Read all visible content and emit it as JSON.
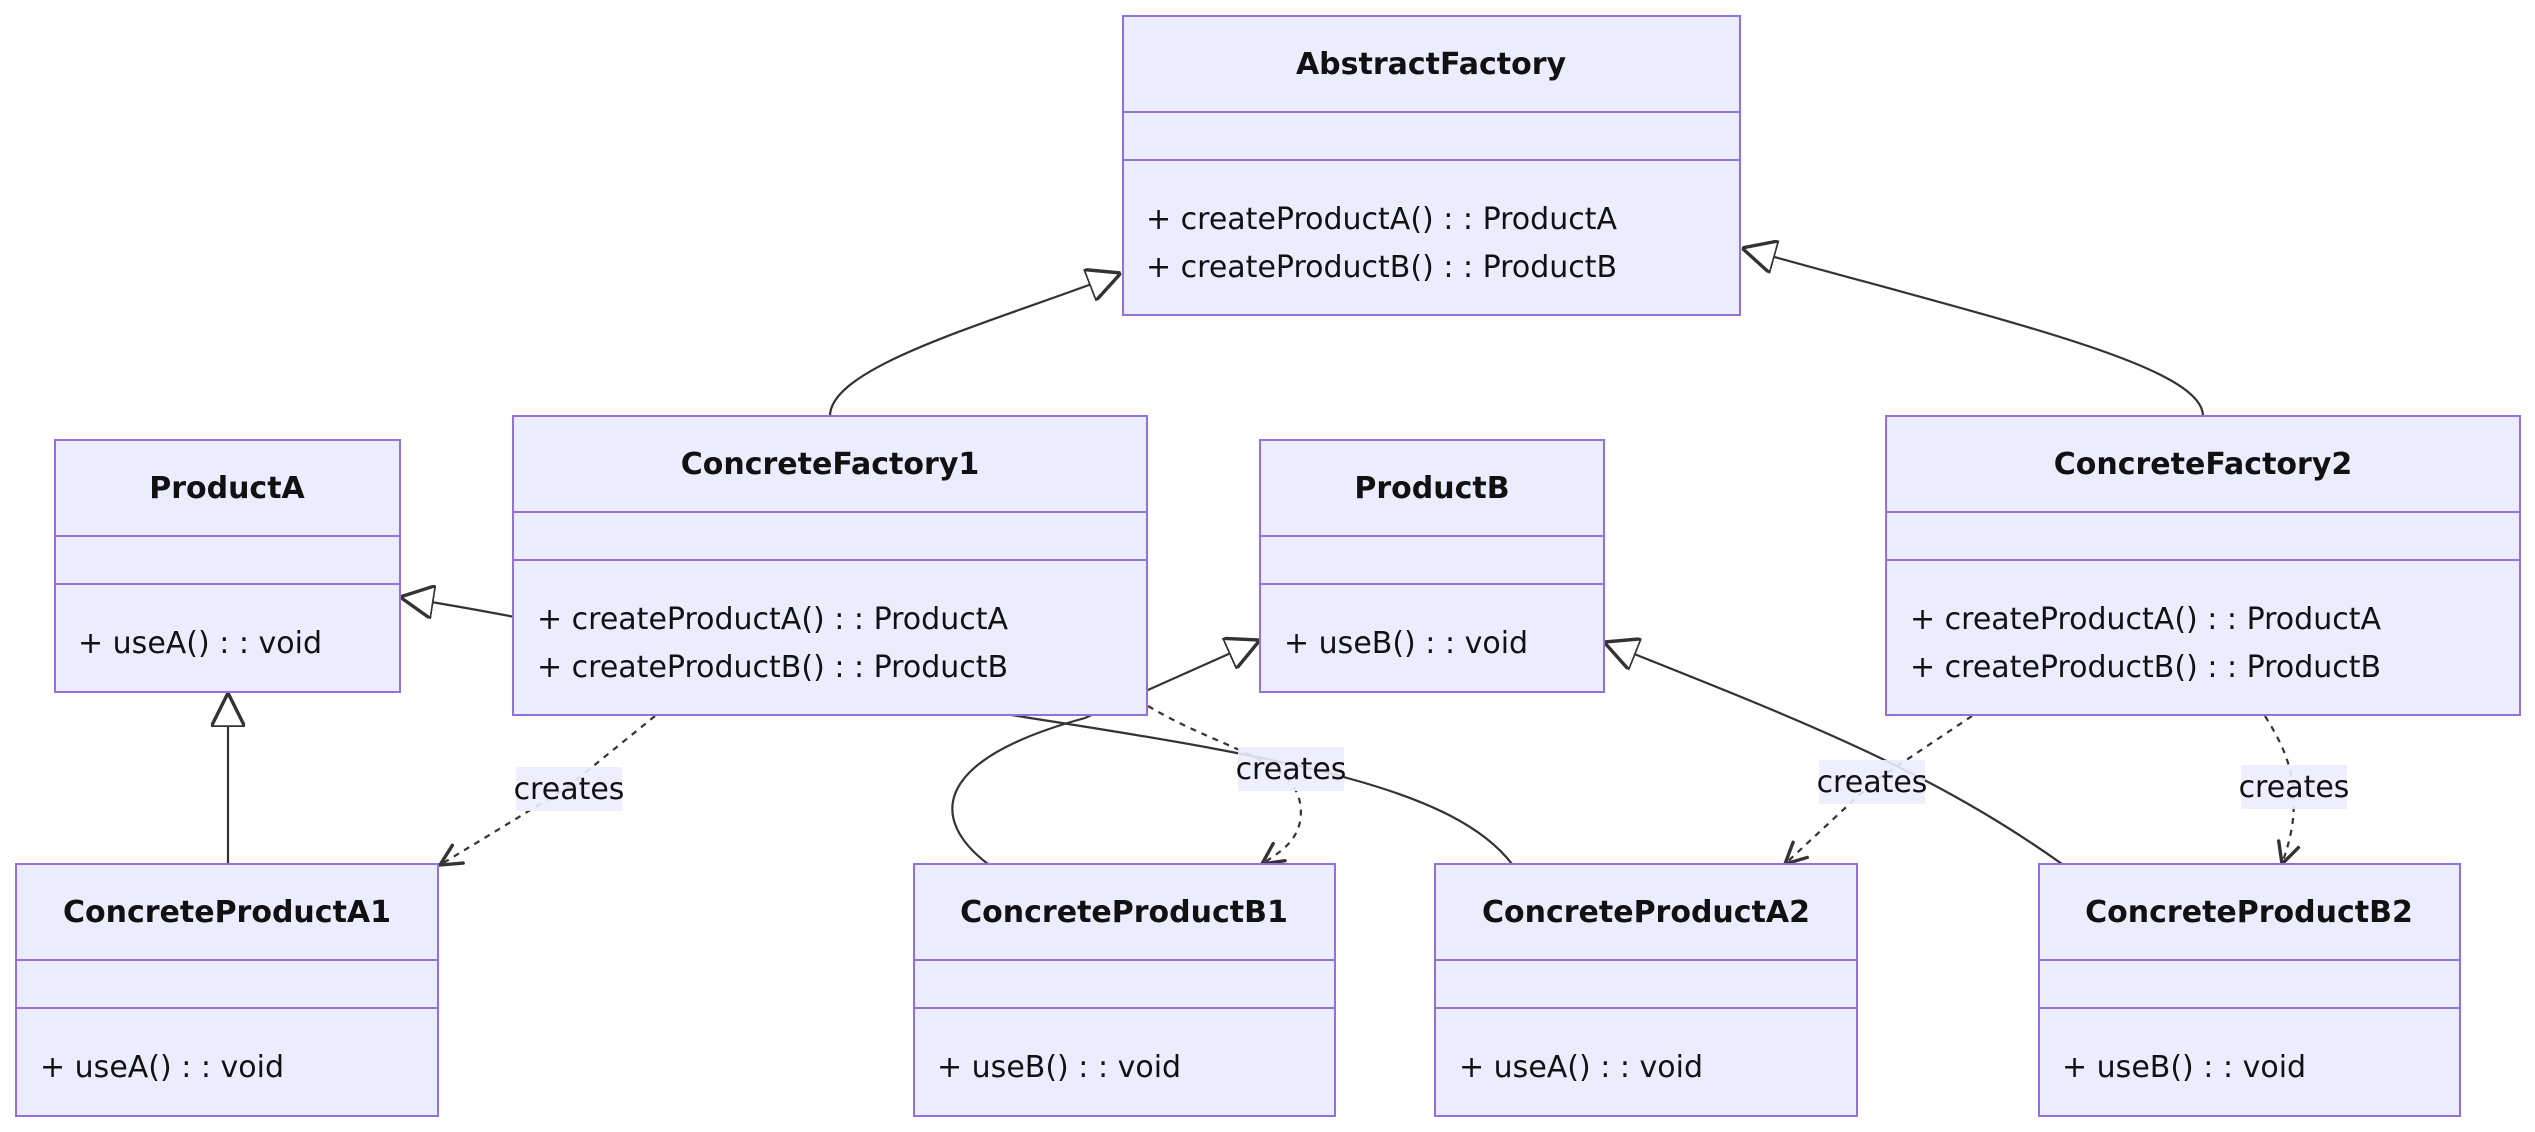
{
  "classes": [
    {
      "name": "AbstractFactory",
      "methods": [
        "+ createProductA() : : ProductA",
        "+ createProductB() : : ProductB"
      ]
    },
    {
      "name": "ProductA",
      "methods": [
        "+ useA() : : void"
      ]
    },
    {
      "name": "ConcreteFactory1",
      "methods": [
        "+ createProductA() : : ProductA",
        "+ createProductB() : : ProductB"
      ]
    },
    {
      "name": "ProductB",
      "methods": [
        "+ useB() : : void"
      ]
    },
    {
      "name": "ConcreteFactory2",
      "methods": [
        "+ createProductA() : : ProductA",
        "+ createProductB() : : ProductB"
      ]
    },
    {
      "name": "ConcreteProductA1",
      "methods": [
        "+ useA() : : void"
      ]
    },
    {
      "name": "ConcreteProductB1",
      "methods": [
        "+ useB() : : void"
      ]
    },
    {
      "name": "ConcreteProductA2",
      "methods": [
        "+ useA() : : void"
      ]
    },
    {
      "name": "ConcreteProductB2",
      "methods": [
        "+ useB() : : void"
      ]
    }
  ],
  "relations": [
    {
      "from": "ConcreteFactory1",
      "to": "AbstractFactory",
      "type": "inheritance"
    },
    {
      "from": "ConcreteFactory2",
      "to": "AbstractFactory",
      "type": "inheritance"
    },
    {
      "from": "ConcreteProductA1",
      "to": "ProductA",
      "type": "inheritance"
    },
    {
      "from": "ConcreteProductA2",
      "to": "ProductA",
      "type": "inheritance"
    },
    {
      "from": "ConcreteProductB1",
      "to": "ProductB",
      "type": "inheritance"
    },
    {
      "from": "ConcreteProductB2",
      "to": "ProductB",
      "type": "inheritance"
    },
    {
      "from": "ConcreteFactory1",
      "to": "ConcreteProductA1",
      "type": "dependency",
      "label": "creates"
    },
    {
      "from": "ConcreteFactory1",
      "to": "ConcreteProductB1",
      "type": "dependency",
      "label": "creates"
    },
    {
      "from": "ConcreteFactory2",
      "to": "ConcreteProductA2",
      "type": "dependency",
      "label": "creates"
    },
    {
      "from": "ConcreteFactory2",
      "to": "ConcreteProductB2",
      "type": "dependency",
      "label": "creates"
    }
  ],
  "colors": {
    "box_fill": "#ECECFF",
    "box_border": "#9370DB",
    "line": "#333333",
    "text": "#111111"
  }
}
